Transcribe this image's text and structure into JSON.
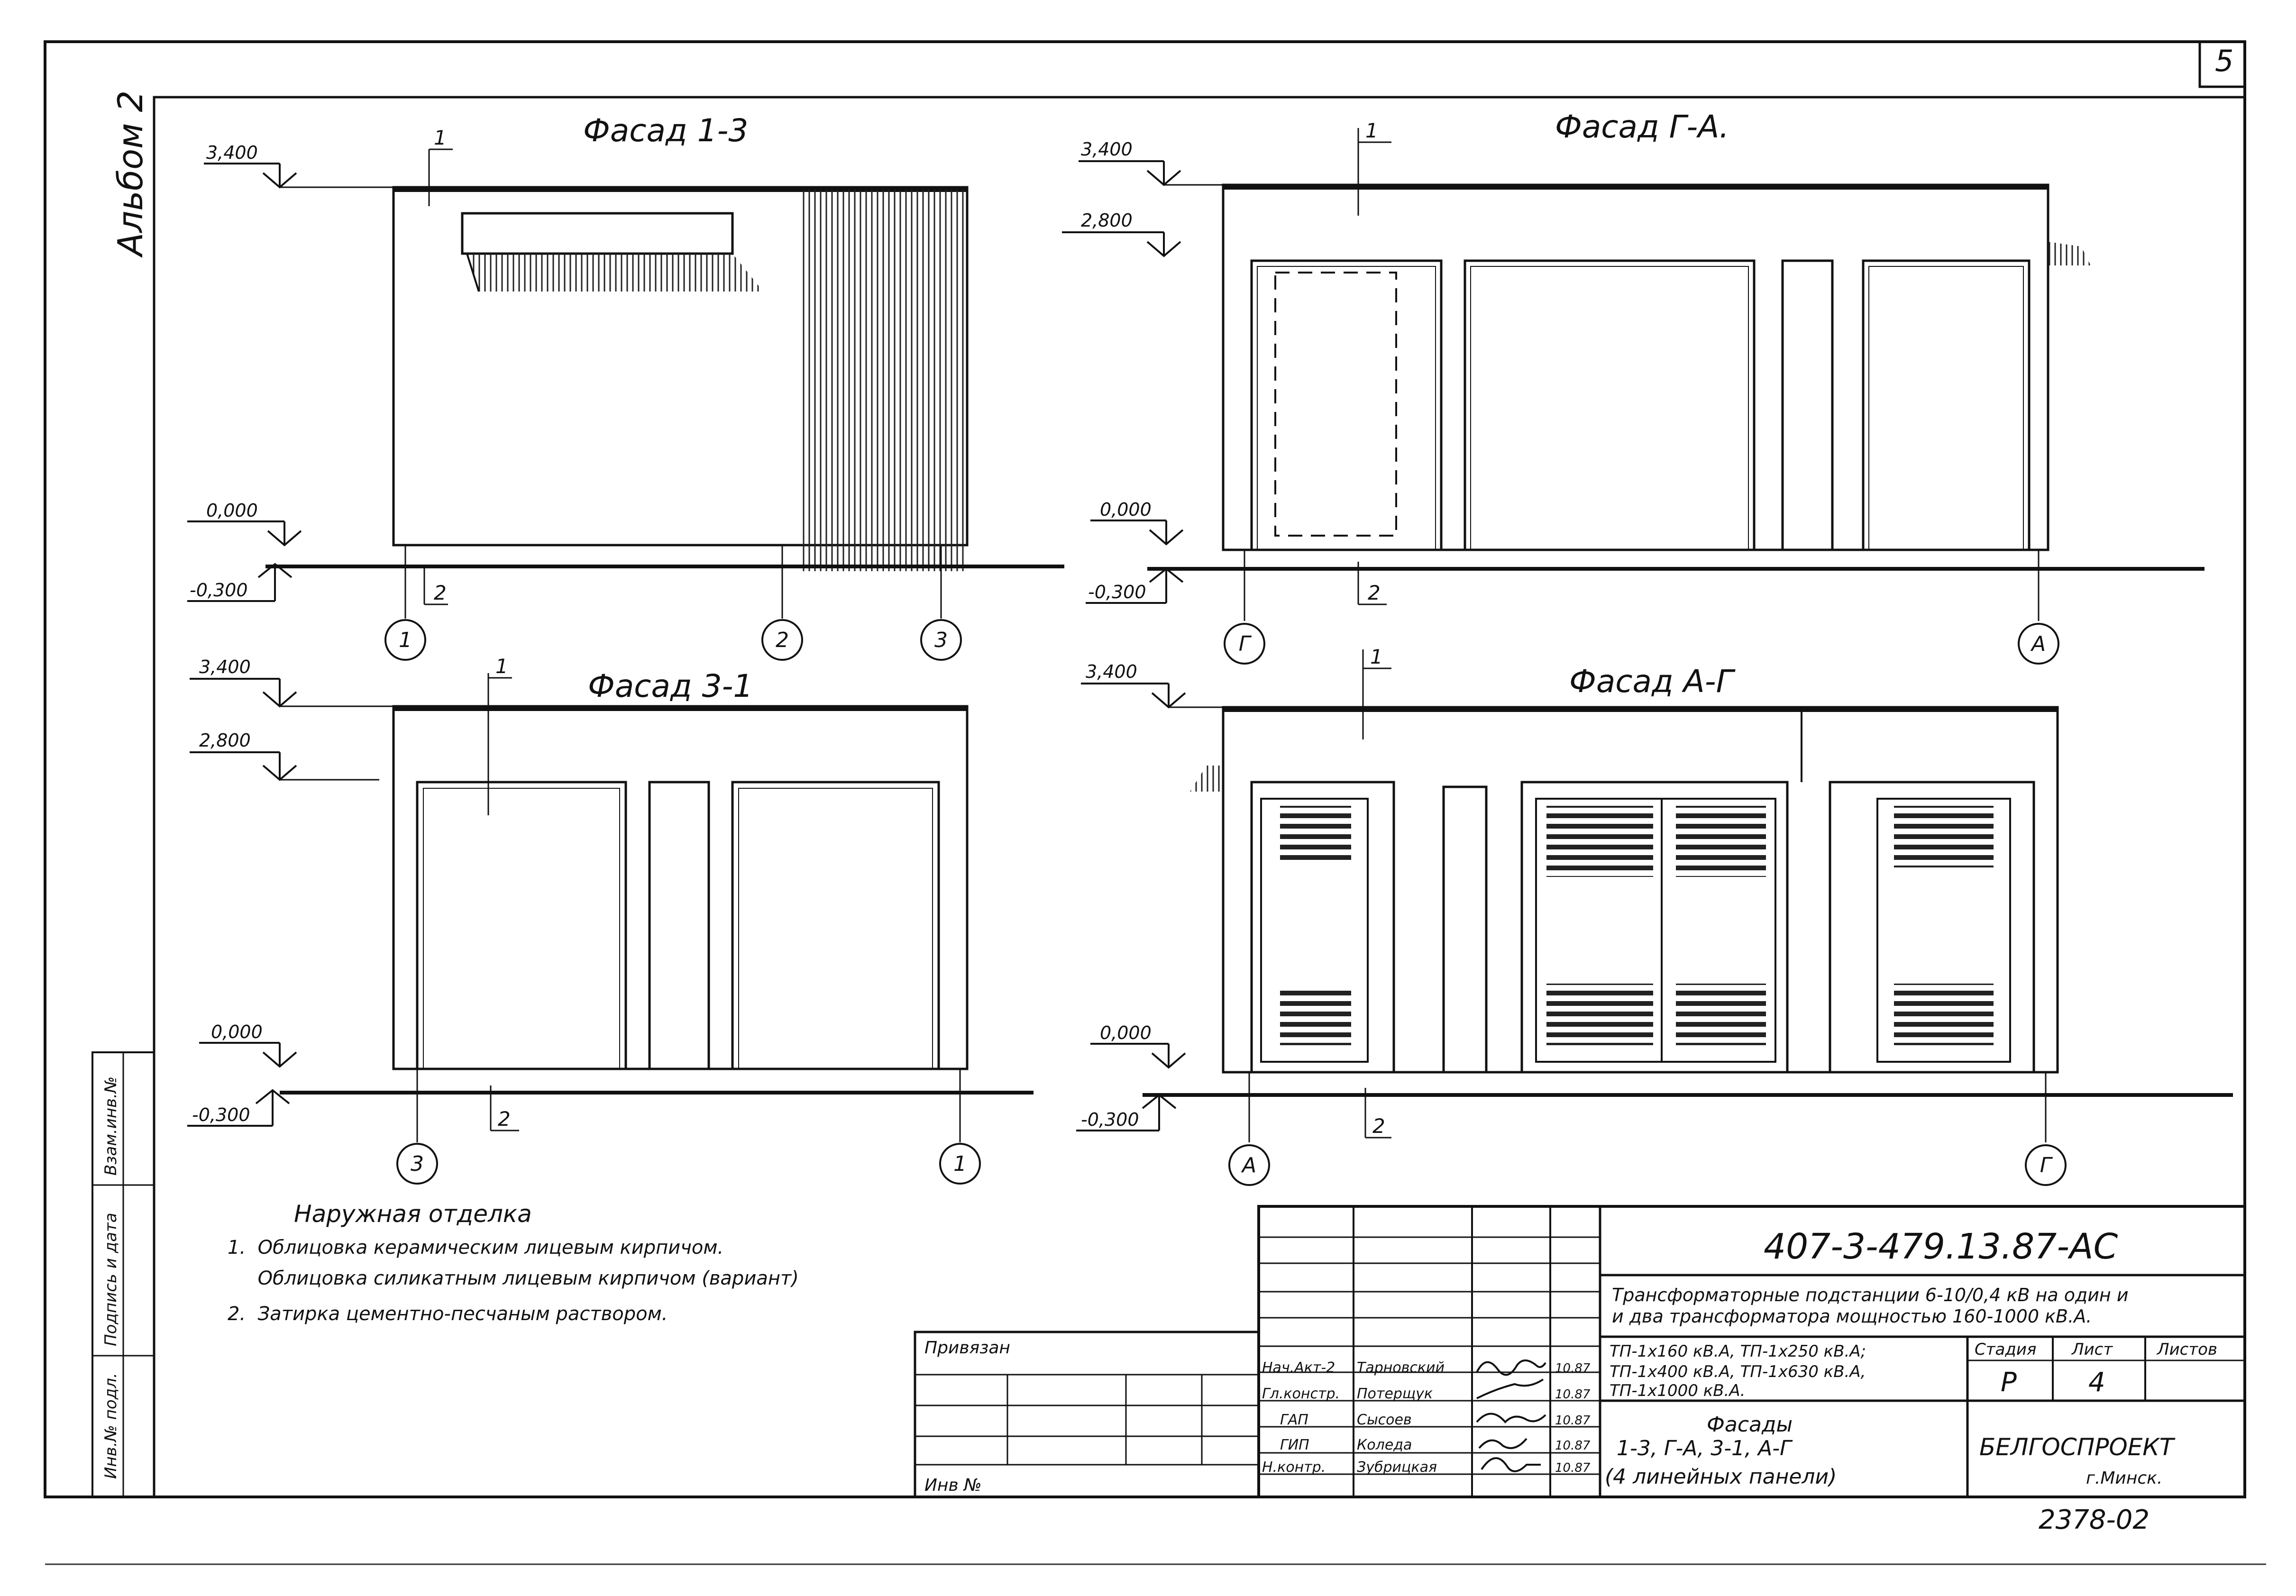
{
  "sheet": {
    "page_number": "5",
    "album": "Альбом 2",
    "archive_number": "2378-02"
  },
  "facades": [
    {
      "title": "Фасад 1-3",
      "levels": [
        "3,400",
        "0,000",
        "-0,300"
      ],
      "callouts": [
        "1",
        "2"
      ],
      "axes": [
        "1",
        "2",
        "3"
      ]
    },
    {
      "title": "Фасад Г-А.",
      "levels": [
        "3,400",
        "2,800",
        "0,000",
        "-0,300"
      ],
      "callouts": [
        "1",
        "2"
      ],
      "axes": [
        "Г",
        "А"
      ]
    },
    {
      "title": "Фасад 3-1",
      "levels": [
        "3,400",
        "2,800",
        "0,000",
        "-0,300"
      ],
      "callouts": [
        "1",
        "2"
      ],
      "axes": [
        "3",
        "1"
      ]
    },
    {
      "title": "Фасад А-Г",
      "levels": [
        "3,400",
        "0,000",
        "-0,300"
      ],
      "callouts": [
        "1",
        "2"
      ],
      "axes": [
        "А",
        "Г"
      ]
    }
  ],
  "notes": {
    "title": "Наружная отделка",
    "items": [
      "1.  Облицовка керамическим лицевым кирпичом.",
      "     Облицовка силикатным лицевым кирпичом (вариант)",
      "2.  Затирка цементно-песчаным раствором."
    ]
  },
  "side_stamp": {
    "labels": [
      "Инв.№ подл.",
      "Подпись и дата",
      "Взам.инв.№"
    ]
  },
  "title_block": {
    "code": "407-3-479.13.87-АС",
    "project_title_line1": "Трансформаторные подстанции 6-10/0,4 кВ на один и",
    "project_title_line2": "и два трансформатора мощностью 160-1000 кВ.А.",
    "variants": [
      "ТП-1x160 кВ.А, ТП-1x250 кВ.А;",
      "ТП-1x400 кВ.А, ТП-1x630 кВ.А,",
      "ТП-1x1000 кВ.А."
    ],
    "stage_header": "Стадия",
    "sheet_header": "Лист",
    "sheets_header": "Листов",
    "stage": "Р",
    "sheet": "4",
    "drawing_name_line1": "Фасады",
    "drawing_name_line2": "1-3, Г-А, 3-1, А-Г",
    "drawing_name_line3": "(4 линейных панели)",
    "organization": "БЕЛГОСПРОЕКТ",
    "city": "г.Минск.",
    "bound_label": "Привязан",
    "inv_label": "Инв №",
    "signatures": [
      {
        "role": "Нач.Акт-2",
        "name": "Тарновский",
        "date": "10.87"
      },
      {
        "role": "Гл.констр.",
        "name": "Потерщук",
        "date": "10.87"
      },
      {
        "role": "ГАП",
        "name": "Сысоев",
        "date": "10.87"
      },
      {
        "role": "ГИП",
        "name": "Коледа",
        "date": "10.87"
      },
      {
        "role": "Н.контр.",
        "name": "Зубрицкая",
        "date": "10.87"
      }
    ]
  }
}
